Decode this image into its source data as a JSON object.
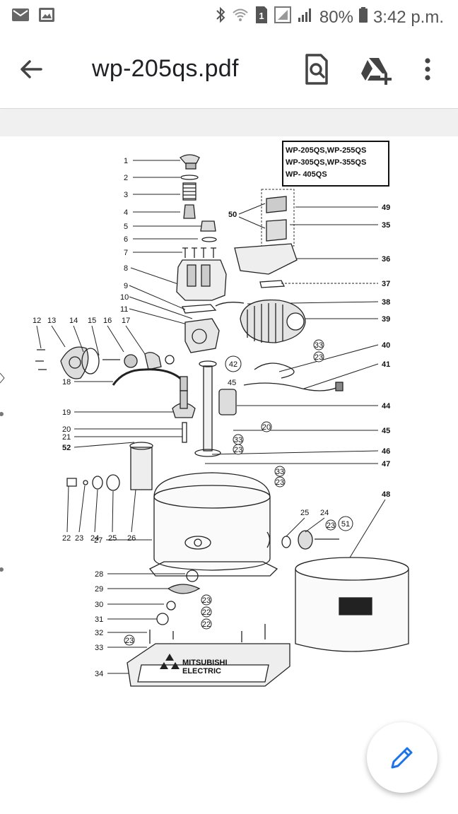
{
  "status_bar": {
    "battery": "80%",
    "time": "3:42 p.m.",
    "sim_slot": "1"
  },
  "app_bar": {
    "title": "wp-205qs.pdf",
    "icons": [
      "back-arrow-icon",
      "find-in-page-icon",
      "add-to-drive-icon",
      "more-vert-icon"
    ]
  },
  "diagram": {
    "model_box": [
      "WP-205QS,WP-255QS",
      "WP-305QS,WP-355QS",
      "WP- 405QS"
    ],
    "brand_text": [
      "MITSUBISHI",
      "ELECTRIC"
    ],
    "left_labels": [
      "1",
      "2",
      "3",
      "4",
      "5",
      "6",
      "7",
      "8",
      "9",
      "10",
      "11",
      "18",
      "19",
      "20",
      "21",
      "52",
      "27",
      "28",
      "29",
      "30",
      "31",
      "32",
      "33",
      "34"
    ],
    "right_labels": [
      "49",
      "35",
      "36",
      "37",
      "38",
      "39",
      "40",
      "41",
      "44",
      "45",
      "46",
      "47",
      "48"
    ],
    "top_row_labels": [
      "12",
      "13",
      "14",
      "15",
      "16",
      "17"
    ],
    "bottom_row_labels": [
      "22",
      "23",
      "24",
      "25",
      "26"
    ],
    "mid_labels": [
      "50",
      "45",
      "25",
      "24"
    ],
    "circled_labels": [
      "33",
      "23",
      "42",
      "20",
      "33",
      "23",
      "33",
      "23",
      "51",
      "23",
      "23",
      "22",
      "22",
      "23"
    ]
  },
  "fab": {
    "icon": "edit-pencil-icon"
  },
  "colors": {
    "accent": "#1a73e8",
    "statusbar_icon": "#555555",
    "title": "#202124"
  }
}
